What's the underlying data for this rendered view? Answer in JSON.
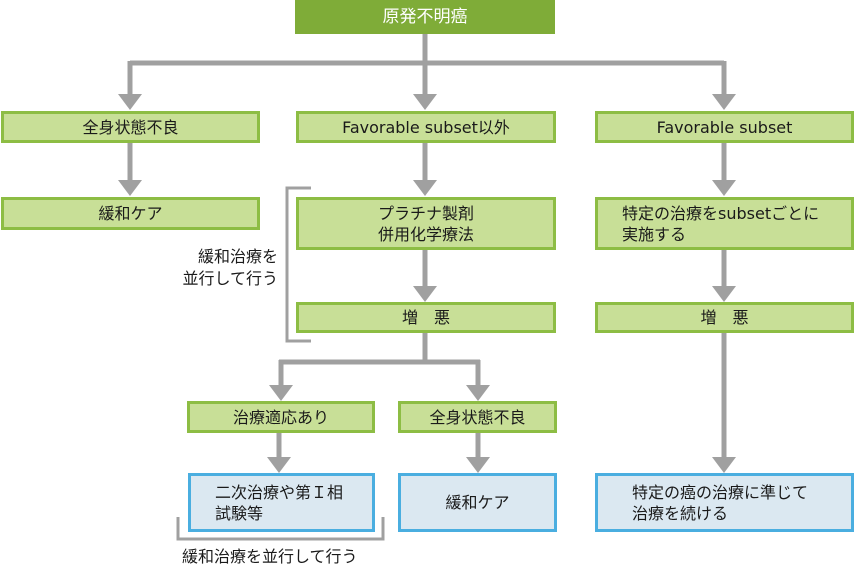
{
  "diagram": {
    "root": {
      "label": "原発不明癌"
    },
    "left_branch": {
      "condition": "全身状態不良",
      "result": "緩和ケア"
    },
    "middle_branch": {
      "condition": "Favorable subset以外",
      "treatment": "プラチナ製剤\n併用化学療法",
      "progression": "増　悪",
      "bracket_note": "緩和治療を\n並行して行う",
      "sub_left": {
        "condition": "治療適応あり",
        "result": "二次治療や第Ｉ相\n試験等",
        "bracket_note": "緩和治療を並行して行う"
      },
      "sub_right": {
        "condition": "全身状態不良",
        "result": "緩和ケア"
      }
    },
    "right_branch": {
      "condition": "Favorable subset",
      "treatment": "特定の治療をsubsetごとに\n実施する",
      "progression": "増　悪",
      "result": "特定の癌の治療に準じて\n治療を続ける"
    }
  },
  "colors": {
    "root_fill": "#7fac38",
    "step_fill": "#c8df97",
    "step_border": "#8dbd44",
    "outcome_fill": "#dbe8f1",
    "outcome_border": "#4aaee0",
    "connector": "#a0a0a0"
  }
}
